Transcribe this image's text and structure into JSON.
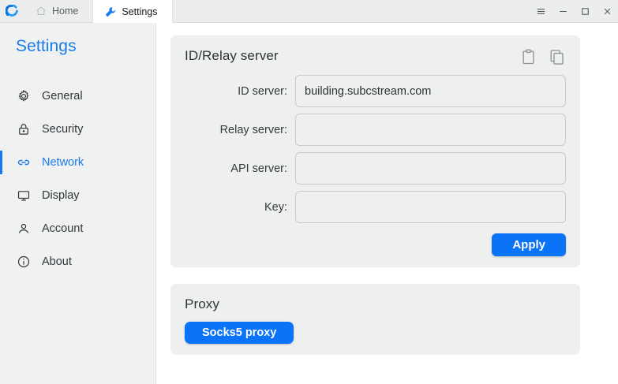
{
  "window": {
    "logo_icon": "rustdesk-logo-icon",
    "tabs": [
      {
        "label": "Home",
        "icon": "home-icon",
        "active": false
      },
      {
        "label": "Settings",
        "icon": "wrench-icon",
        "active": true
      }
    ],
    "controls": [
      {
        "name": "menu-button",
        "icon": "hamburger-menu-icon"
      },
      {
        "name": "minimize-button",
        "icon": "minimize-icon"
      },
      {
        "name": "maximize-button",
        "icon": "maximize-icon"
      },
      {
        "name": "close-button",
        "icon": "close-icon"
      }
    ]
  },
  "sidebar": {
    "heading": "Settings",
    "items": [
      {
        "label": "General",
        "icon": "gear-icon",
        "active": false
      },
      {
        "label": "Security",
        "icon": "lock-icon",
        "active": false
      },
      {
        "label": "Network",
        "icon": "link-chain-icon",
        "active": true
      },
      {
        "label": "Display",
        "icon": "monitor-icon",
        "active": false
      },
      {
        "label": "Account",
        "icon": "person-icon",
        "active": false
      },
      {
        "label": "About",
        "icon": "info-circle-icon",
        "active": false
      }
    ]
  },
  "main": {
    "id_relay_card": {
      "title": "ID/Relay server",
      "actions": [
        {
          "name": "paste-button",
          "icon": "clipboard-paste-icon"
        },
        {
          "name": "copy-button",
          "icon": "copy-icon"
        }
      ],
      "fields": [
        {
          "label": "ID server:",
          "value": "building.subcstream.com",
          "placeholder": ""
        },
        {
          "label": "Relay server:",
          "value": "",
          "placeholder": ""
        },
        {
          "label": "API server:",
          "value": "",
          "placeholder": ""
        },
        {
          "label": "Key:",
          "value": "",
          "placeholder": ""
        }
      ],
      "apply_label": "Apply"
    },
    "proxy_card": {
      "title": "Proxy",
      "socks5_label": "Socks5 proxy"
    }
  },
  "colors": {
    "accent": "#0b73f8",
    "sidebar_active": "#1a7aed",
    "card_bg": "#eeefef"
  }
}
